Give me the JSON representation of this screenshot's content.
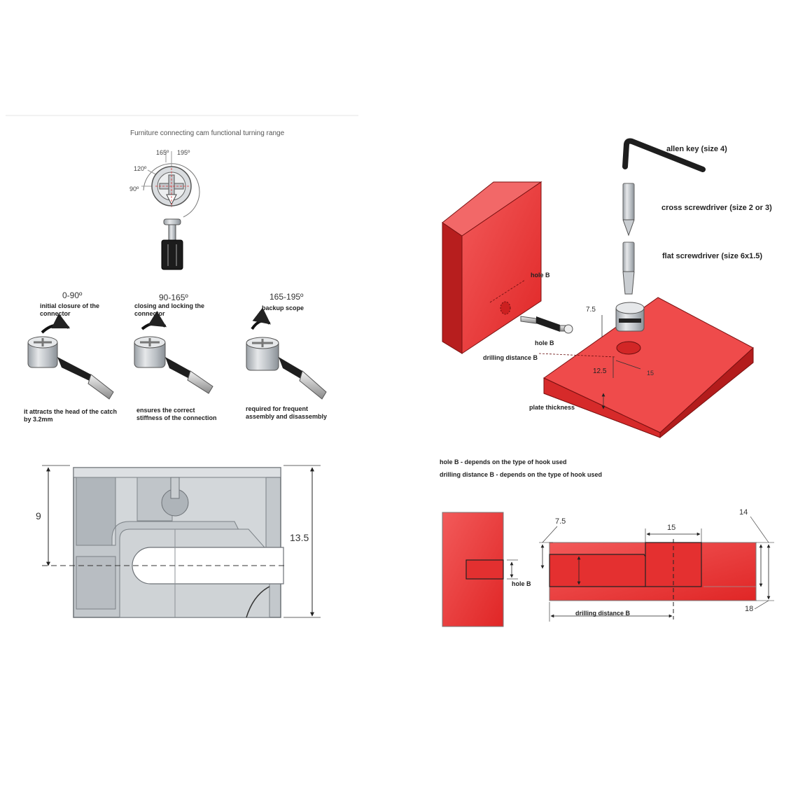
{
  "colors": {
    "panel_red": "#e32b2b",
    "panel_red_light": "#f05858",
    "panel_red_dark": "#b51e1e",
    "metal": "#c4c8cc",
    "metal_dark": "#8c9196"
  },
  "top_left": {
    "title": "Furniture connecting cam functional turning range",
    "angles": [
      "165º",
      "195º",
      "120º",
      "90º"
    ]
  },
  "stages": [
    {
      "range": "0-90º",
      "heading": [
        "initial closure of the",
        "connector"
      ],
      "note": [
        "it attracts the head of the catch",
        "by 3.2mm"
      ]
    },
    {
      "range": "90-165º",
      "heading": [
        "closing and locking the",
        "connector"
      ],
      "note": [
        "ensures the correct",
        "stiffness of the connection"
      ]
    },
    {
      "range": "165-195º",
      "heading": [
        "backup scope"
      ],
      "note": [
        "required for frequent",
        "assembly and disassembly"
      ]
    }
  ],
  "tools": {
    "allen": "allen key (size 4)",
    "cross": "cross screwdriver (size 2 or 3)",
    "flat": "flat screwdriver (size 6x1.5)"
  },
  "iso_labels": {
    "hole_b": "hole B",
    "bolt_b": "hole B",
    "drilling": "drilling distance B",
    "d75": "7.5",
    "d125": "12.5",
    "d15": "15",
    "plate": "plate thickness"
  },
  "notes": [
    "hole B - depends on the type of hook used",
    "drilling distance B - depends on the type of hook used"
  ],
  "cam_section": {
    "dim_9": "9",
    "dim_135": "13.5"
  },
  "section": {
    "d75": "7.5",
    "d15": "15",
    "d14": "14",
    "d18": "18",
    "hole_b": "hole B",
    "drilling": "drilling distance B"
  }
}
